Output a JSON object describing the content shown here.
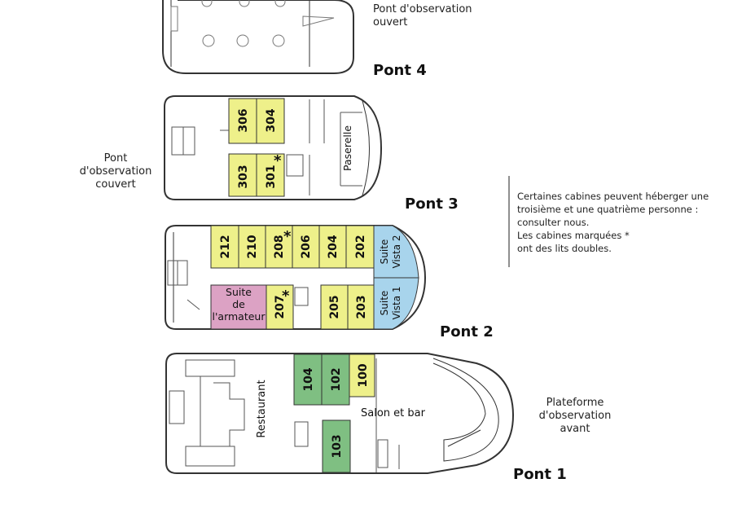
{
  "labels": {
    "pont4_obs": [
      "Pont d'observation",
      "ouvert"
    ],
    "pont3_obs": [
      "Pont",
      "d'observation",
      "couvert"
    ],
    "passerelle": "Paserelle",
    "restaurant": "Restaurant",
    "salon": "Salon et bar",
    "plateforme": [
      "Plateforme",
      "d'observation",
      "avant"
    ],
    "suite_armateur": [
      "Suite",
      "de",
      "l'armateur"
    ]
  },
  "decks": {
    "pont4": "Pont 4",
    "pont3": "Pont 3",
    "pont2": "Pont 2",
    "pont1": "Pont 1"
  },
  "note": [
    "Certaines cabines peuvent héberger une",
    "troisième et une quatrième personne :",
    "consulter nous.",
    "Les cabines marquées *",
    "ont des lits doubles."
  ],
  "star": "*",
  "cabins": {
    "pont3": [
      "306",
      "304",
      "303",
      "301"
    ],
    "pont2": [
      "212",
      "210",
      "208",
      "206",
      "204",
      "202",
      "207",
      "205",
      "203"
    ],
    "pont2_suites": [
      "Suite",
      "Vista 2",
      "Suite",
      "Vista 1"
    ],
    "pont1": [
      "104",
      "102",
      "100",
      "103"
    ]
  },
  "colors": {
    "cabin_yellow": "#eef08a",
    "suite_blue": "#a8d4ec",
    "suite_pink": "#dca2c4",
    "cabin_green": "#7fbf82",
    "outline": "#333333"
  }
}
